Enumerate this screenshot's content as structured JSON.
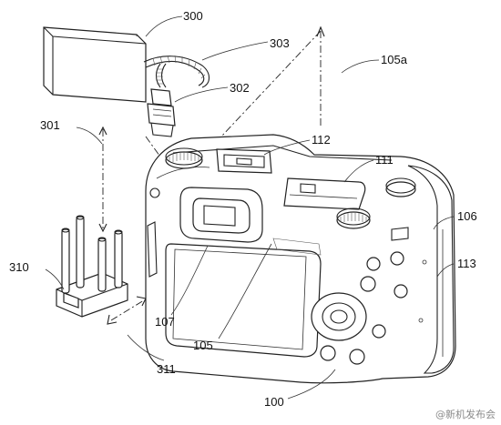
{
  "labels": {
    "battery": "300",
    "cable": "303",
    "connector": "302",
    "axis_301": "301",
    "axis_105a": "105a",
    "hotshoe": "112",
    "flash": "111",
    "grip_106": "106",
    "grip_113": "113",
    "base_310": "310",
    "base_311": "311",
    "eyepiece": "107",
    "screen": "105",
    "camera": "100"
  },
  "watermark": "@新机发布会"
}
